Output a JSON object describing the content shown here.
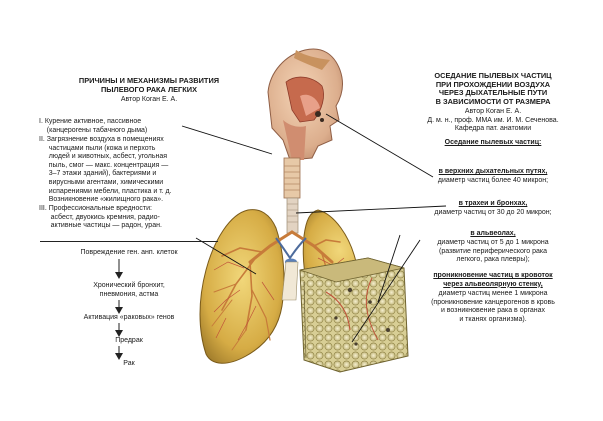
{
  "left": {
    "title": "ПРИЧИНЫ И МЕХАНИЗМЫ РАЗВИТИЯ\nПЫЛЕВОГО РАКА ЛЕГКИХ",
    "author": "Автор Коган Е. А.",
    "causes": [
      "I. Курение активное, пассивное\n    (канцерогены табачного дыма)",
      "II. Загрязнение воздуха в помещениях\n     частицами пыли (кожа и перхоть\n     людей и животных, асбест, угольная\n     пыль, смог — макс. концентрация —\n     3–7 этажи зданий), бактериями и\n     вирусными агентами, химическими\n     испарениями мебели, пластика и т. д.\n     Возникновение «жилищного рака».",
      "III. Профессиональные вредности:\n      асбест, двуокись кремния, радио-\n      активные частицы — радон, уран."
    ],
    "flow": [
      "Повреждение ген. анп. клеток",
      "Хронический бронхит,\nпневмония, астма",
      "Активация «раковых» генов",
      "Предрак",
      "Рак"
    ]
  },
  "right": {
    "title": "ОСЕДАНИЕ ПЫЛЕВЫХ ЧАСТИЦ\nПРИ ПРОХОЖДЕНИИ ВОЗДУХА\nЧЕРЕЗ ДЫХАТЕЛЬНЫЕ ПУТИ\nВ ЗАВИСИМОСТИ ОТ РАЗМЕРА",
    "authors": "Автор Коган Е. А.\nД. м. н., проф. ММА им. И. М. Сеченова.\nКафедра пат. анатомии",
    "section_title": "Оседание пылевых частиц:",
    "items": [
      {
        "head": "в верхних дыхательных путях,",
        "body": "диаметр частиц более 40 микрон;"
      },
      {
        "head": "в трахеи и бронхах,",
        "body": "диаметр частиц от 30 до 20 микрон;"
      },
      {
        "head": "в альвеолах,",
        "body": "диаметр частиц от 5 до 1 микрона\n(развитие периферического рака\nлегкого, рака плевры);"
      },
      {
        "head": "проникновение частиц в кровоток\nчерез альвеолярную стенку,",
        "body": "диаметр частиц менее 1 микрона\n(проникновение канцерогенов в кровь\nи возникновение рака в органах\nи тканях организма)."
      }
    ]
  },
  "colors": {
    "lung": "#d9b14a",
    "lung_dark": "#8a6a1e",
    "bronchi": "#c77b3a",
    "vessel": "#c0533a",
    "head_tissue": "#e1b49a",
    "text": "#1a1a1a"
  }
}
